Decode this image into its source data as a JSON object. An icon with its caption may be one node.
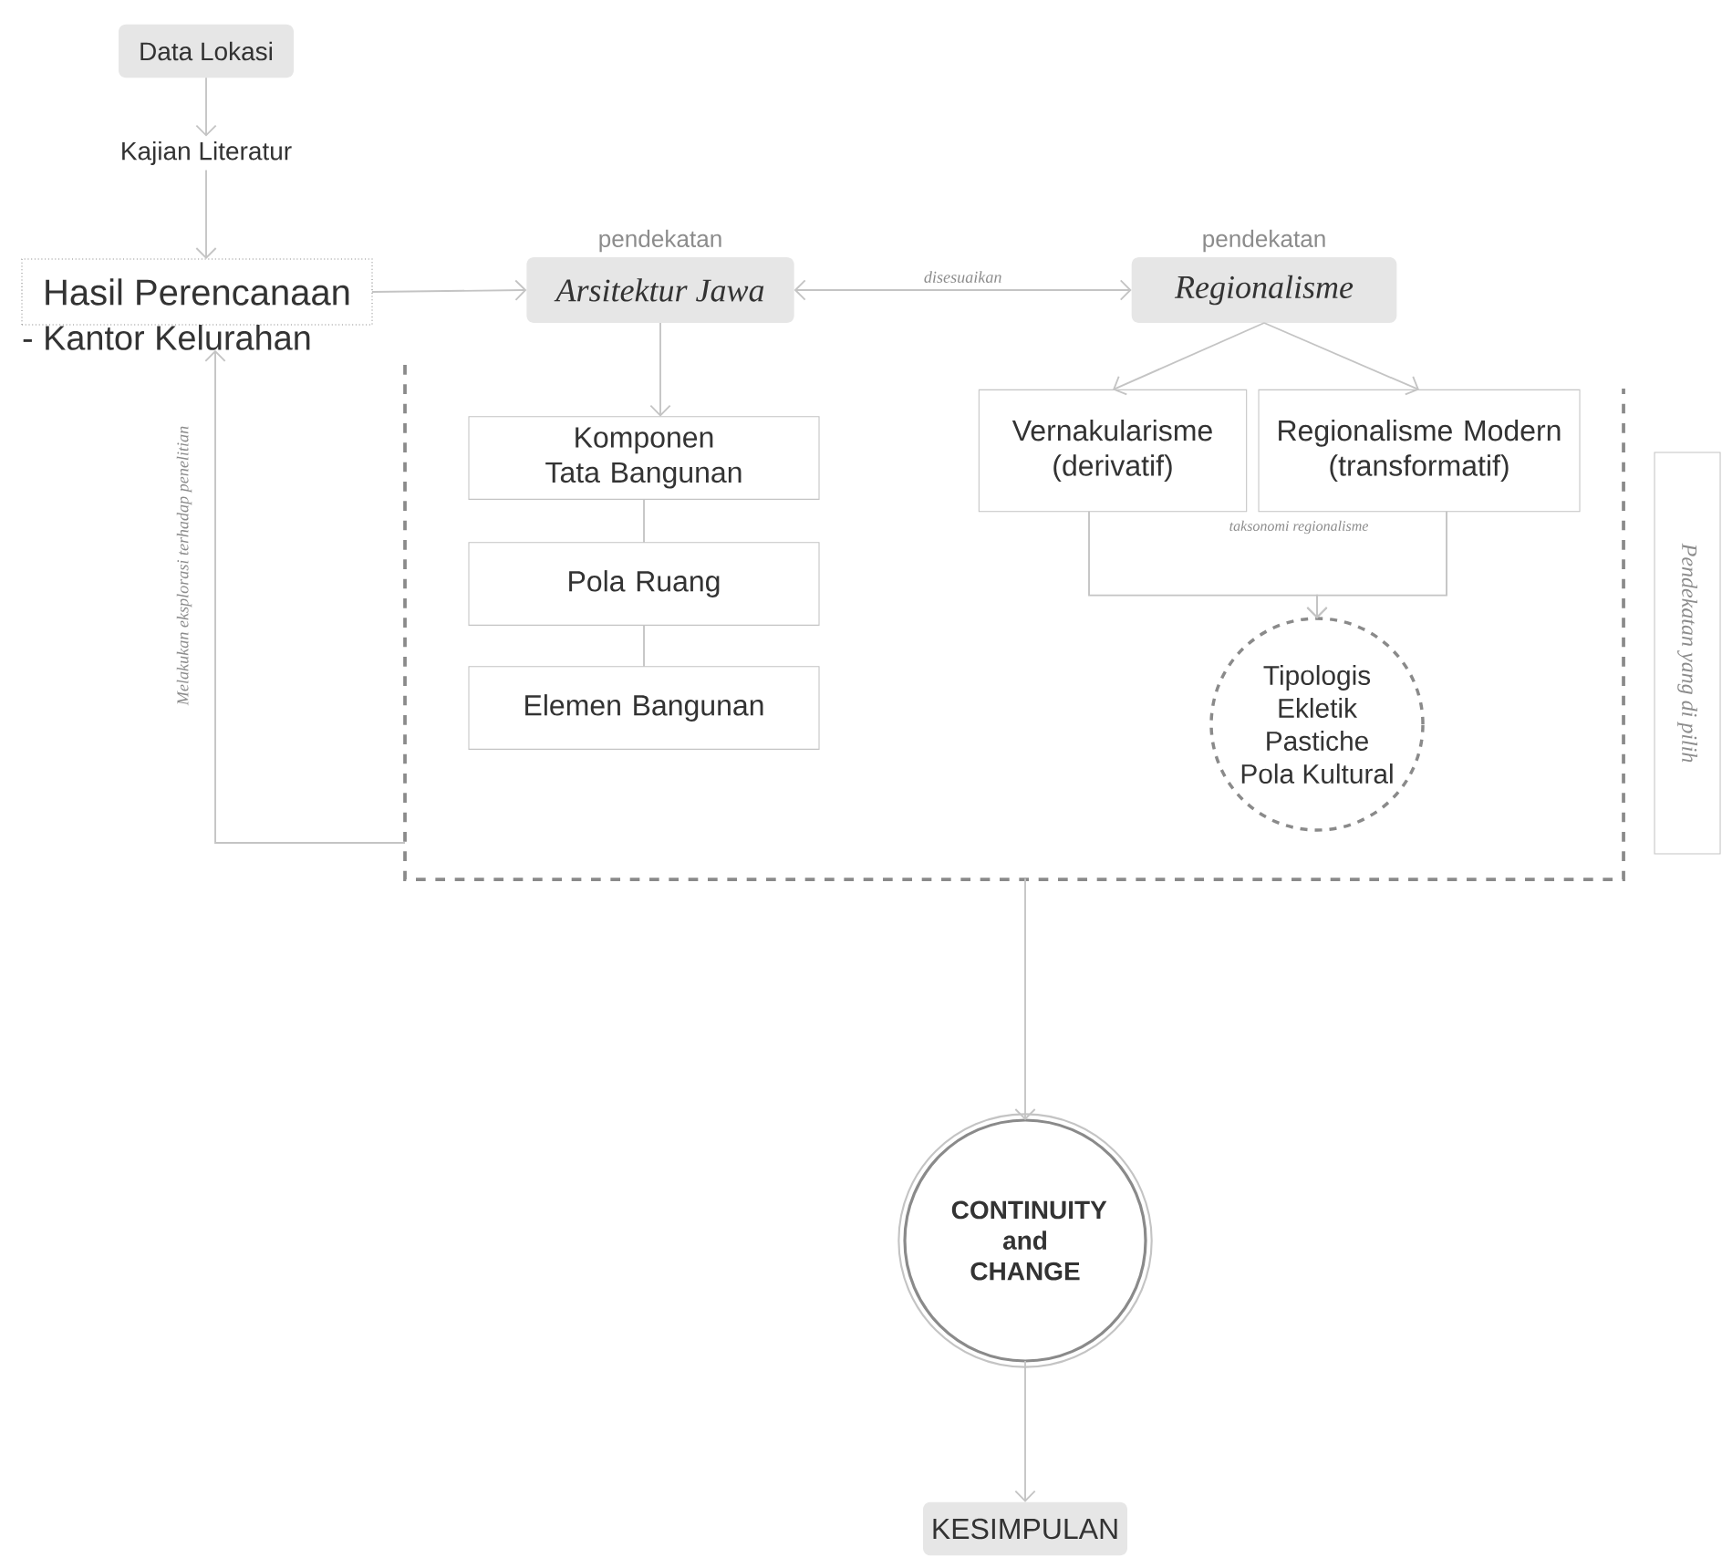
{
  "diagram": {
    "nodes": [
      {
        "text": [
          "Data Lokasi"
        ]
      },
      {
        "text": [
          "Kajian Literatur"
        ]
      },
      {
        "text": [
          "Hasil Perencanaan"
        ],
        "beside": [
          "- Kantor Kelurahan"
        ]
      },
      {
        "text": [
          "pendekatan",
          "Arsitektur Jawa"
        ]
      },
      {
        "text": [
          "pendekatan",
          "Regionalisme"
        ]
      },
      {
        "text": [],
        "shape": "box"
      },
      {
        "text": [
          "Komponen Tata Bangunan"
        ],
        "in": 5
      },
      {
        "text": [
          "Pola Ruang"
        ],
        "in": 5
      },
      {
        "text": [
          "Elemen Bangunan"
        ],
        "in": 5
      },
      {
        "text": [
          "Vernakularisme (derivatif)"
        ],
        "in": 5
      },
      {
        "text": [
          "Regionalisme Modern (transformatif)"
        ],
        "in": 5
      },
      {
        "text": [
          "Tipologis",
          "Ekletik",
          "Pastiche",
          "Pola Kultural"
        ],
        "in": 5
      },
      {
        "text": [
          "Pendekatan yang di pilih"
        ]
      },
      {
        "text": [
          "CONTINUITY and CHANGE"
        ]
      },
      {
        "text": [
          "KESIMPULAN"
        ]
      }
    ],
    "edges": [
      {
        "from": 0,
        "to": 1,
        "arrow": "to"
      },
      {
        "from": 1,
        "to": 2,
        "arrow": "to"
      },
      {
        "from": 2,
        "to": 3,
        "arrow": "to"
      },
      {
        "from": 3,
        "to": 4,
        "arrow": "both",
        "label": "disesuaikan"
      },
      {
        "from": 3,
        "to": 6,
        "arrow": "to"
      },
      {
        "from": 4,
        "to": 9,
        "arrow": "to"
      },
      {
        "from": 4,
        "to": 10,
        "arrow": "to"
      },
      {
        "from": 6,
        "to": 7,
        "arrow": "none"
      },
      {
        "from": 7,
        "to": 8,
        "arrow": "none"
      },
      {
        "from": 9,
        "to": 11,
        "arrow": "to"
      },
      {
        "from": 10,
        "to": 11,
        "arrow": "to"
      },
      {
        "from": 5,
        "to": 2,
        "arrow": "to",
        "label": "Melakukan eksplorasi terhadap penelitian"
      },
      {
        "from": 5,
        "to": 13,
        "arrow": "to"
      },
      {
        "from": 13,
        "to": 14,
        "arrow": "to"
      }
    ],
    "labels": [
      "taksonomi regionalisme"
    ]
  }
}
